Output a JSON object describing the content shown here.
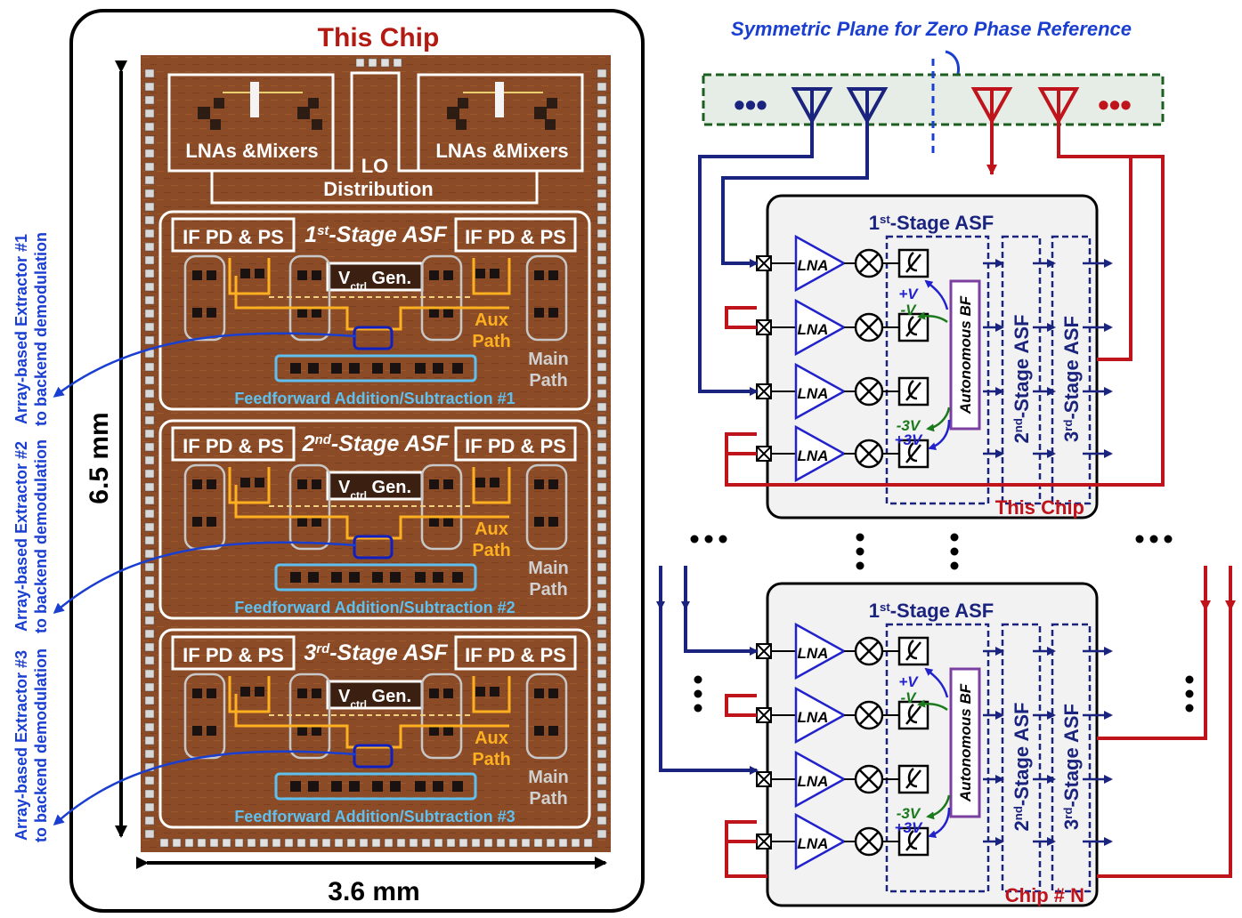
{
  "die": {
    "title": "This Chip",
    "height_label": "6.5 mm",
    "width_label": "3.6 mm",
    "lna_mixer_label": "LNAs &Mixers",
    "lo_label_1": "LO",
    "lo_label_2": "Distribution",
    "if_label": "IF PD & PS",
    "vctrl_main": "V",
    "vctrl_sub": "ctrl",
    "vctrl_tail": " Gen.",
    "aux_1": "Aux",
    "aux_2": "Path",
    "main_1": "Main",
    "main_2": "Path",
    "stages": [
      {
        "num": "1",
        "sup": "st",
        "tail": "-Stage ASF",
        "ff": "Feedforward Addition/Subtraction #1"
      },
      {
        "num": "2",
        "sup": "nd",
        "tail": "-Stage ASF",
        "ff": "Feedforward Addition/Subtraction #2"
      },
      {
        "num": "3",
        "sup": "rd",
        "tail": "-Stage ASF",
        "ff": "Feedforward Addition/Subtraction #3"
      }
    ]
  },
  "extractors": [
    {
      "line1": "Array-based Extractor #1",
      "line2": "to backend demodulation"
    },
    {
      "line1": "Array-based Extractor #2",
      "line2": "to backend demodulation"
    },
    {
      "line1": "Array-based Extractor #3",
      "line2": "to backend demodulation"
    }
  ],
  "system": {
    "symmetric_label": "Symmetric Plane for Zero Phase Reference",
    "ellipsis": "•••",
    "lna": "LNA",
    "autonomous_bf": "Autonomous BF",
    "stage1_num": "1",
    "stage1_sup": "st",
    "stage1_tail": "-Stage ASF",
    "stage2_num": "2",
    "stage2_sup": "nd",
    "stage2_tail": "-Stage ASF",
    "stage3_num": "3",
    "stage3_sup": "rd",
    "stage3_tail": "-Stage ASF",
    "plus_v": "+V",
    "minus_v": "-V",
    "minus_3v": "-3V",
    "plus_3v": "+3V",
    "chip_labels": [
      "This Chip",
      "Chip # N"
    ]
  },
  "colors": {
    "navy": "#1a237e",
    "red": "#c0141c",
    "die_red": "#b21a12",
    "orange": "#ffb020",
    "cyan": "#5fc0ef",
    "purple": "#7b3fa0",
    "green": "#1b7a1b",
    "blue": "#2222cc",
    "link_blue": "#1a3fd0"
  }
}
